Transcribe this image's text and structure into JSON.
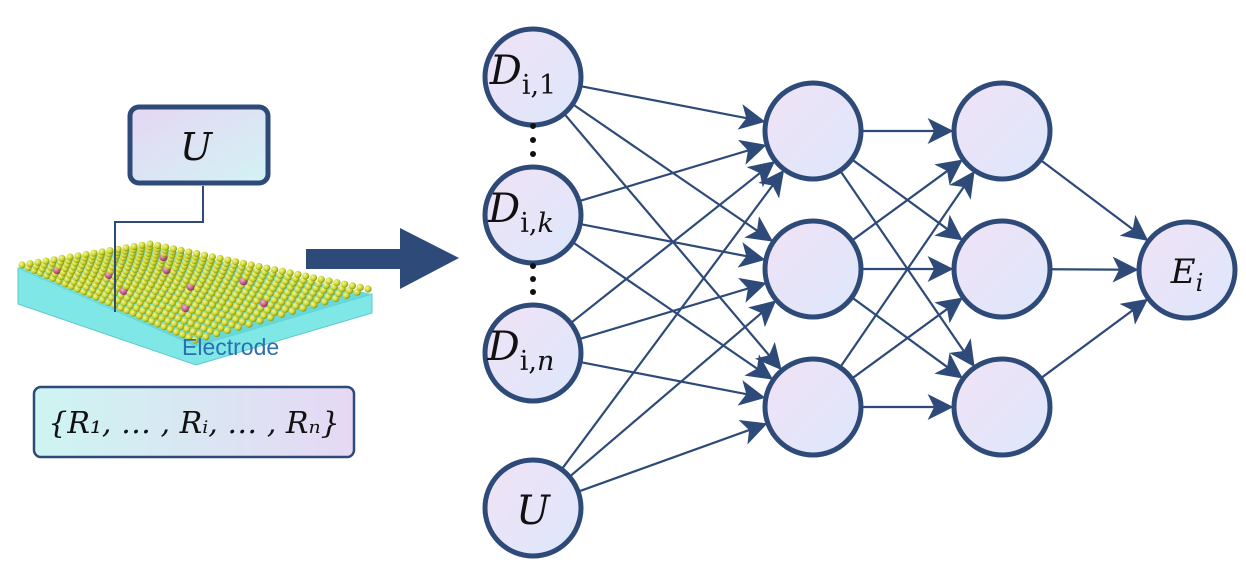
{
  "potential_box": {
    "label": "U"
  },
  "electrode": {
    "label": "Electrode"
  },
  "coordinates_box": {
    "text": "{R₁, … , Rᵢ, … , Rₙ}"
  },
  "inputs": [
    {
      "sym": "D",
      "sub": "i,1",
      "sub_italic": "",
      "sub_up": "i,1"
    },
    {
      "sym": "D",
      "sub_up": "i,",
      "sub_italic": "k"
    },
    {
      "sym": "D",
      "sub_up": "i,",
      "sub_italic": "n"
    },
    {
      "sym": "U"
    }
  ],
  "output": {
    "sym": "E",
    "sub": "i"
  },
  "colors": {
    "node_stroke": "#2e4a78",
    "edge": "#2e4a78",
    "node_fill_top": "#f0e2f6",
    "node_fill_bottom": "#dfe6fb",
    "electrode_side": "#7fe8e6",
    "electrode_text": "#2a6fb0",
    "atom_yellow": "#c8d92a",
    "atom_pink": "#c45b8a"
  }
}
